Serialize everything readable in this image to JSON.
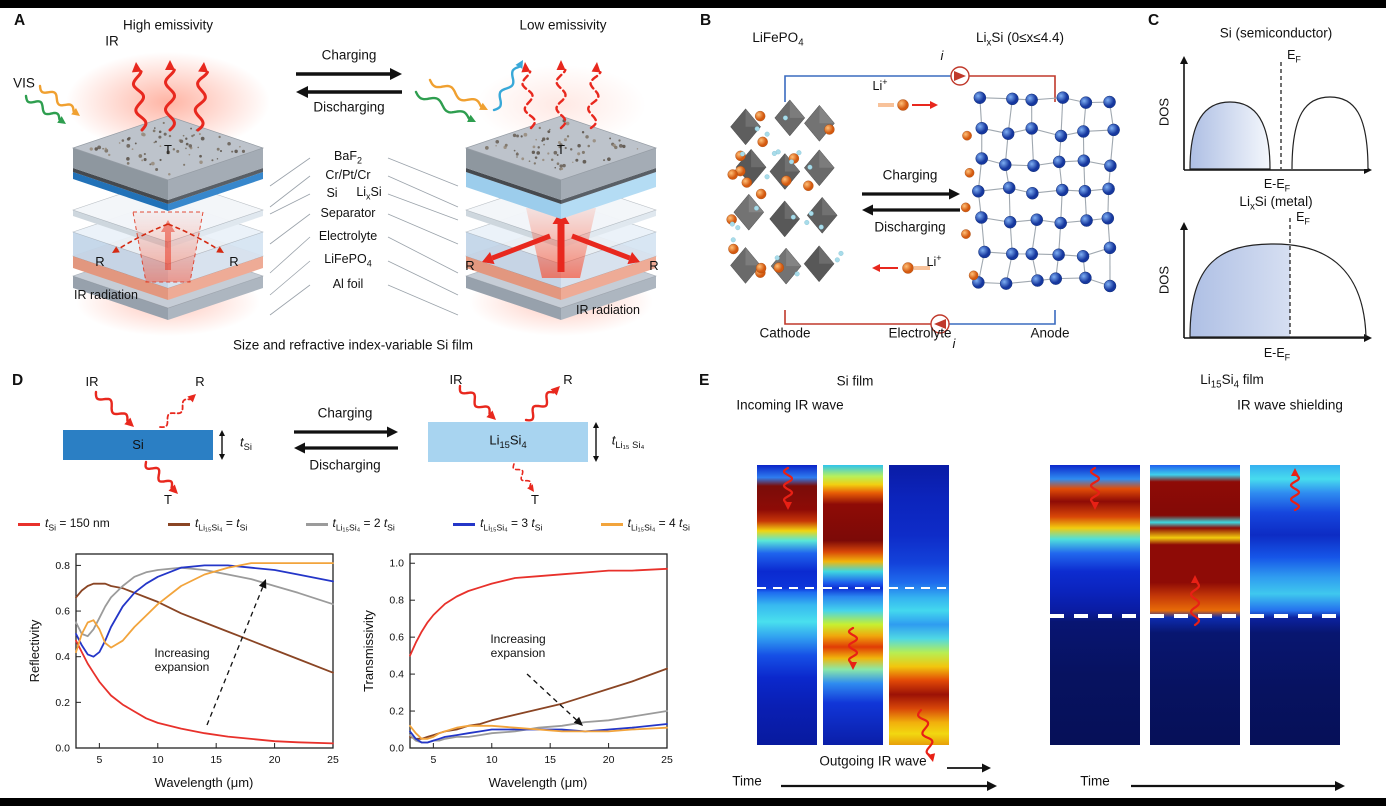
{
  "panel_a": {
    "label": "A",
    "high_emissivity": "High emissivity",
    "low_emissivity": "Low emissivity",
    "ir": "IR",
    "vis": "VIS",
    "charging": "Charging",
    "discharging": "Discharging",
    "t": "T",
    "r": "R",
    "ir_radiation": "IR radiation",
    "layers": {
      "baf2": "BaF<sub>2</sub>",
      "cr": "Cr/Pt/Cr",
      "si": "Si",
      "lixsi": "Li<sub>x</sub>Si",
      "separator": "Separator",
      "electrolyte": "Electrolyte",
      "lifepo4": "LiFePO<sub>4</sub>",
      "al": "Al foil"
    },
    "caption": "Size and refractive index-variable Si film"
  },
  "panel_b": {
    "label": "B",
    "cathode_material": "LiFePO<sub>4</sub>",
    "anode_material": "Li<sub>x</sub>Si (0≤x≤4.4)",
    "current": "i",
    "li_ion": "Li<sup>+</sup>",
    "charging": "Charging",
    "discharging": "Discharging",
    "cathode": "Cathode",
    "electrolyte": "Electrolyte",
    "anode": "Anode"
  },
  "panel_c": {
    "label": "C",
    "si_title": "Si (semiconductor)",
    "lixsi_title": "Li<sub>x</sub>Si (metal)",
    "dos": "DOS",
    "ef": "E<sub>F</sub>",
    "xaxis": "E-E<sub>F</sub>"
  },
  "panel_d": {
    "label": "D",
    "ir": "IR",
    "r": "R",
    "t": "T",
    "si": "Si",
    "li15si4": "Li<sub>15</sub>Si<sub>4</sub>",
    "t_si": "<i>t</i><sub>Si</sub>",
    "t_li15si4": "<i>t</i><sub>Li₁₅ Si₄</sub>",
    "charging": "Charging",
    "discharging": "Discharging",
    "annotation": "Increasing expansion",
    "legend": [
      {
        "html": "<i>t</i><sub>Si</sub> = 150 nm",
        "color": "#e8312b"
      },
      {
        "html": "<i>t</i><sub>Li₁₅Si₄</sub> = <i>t</i><sub>Si</sub>",
        "color": "#8a4524"
      },
      {
        "html": "<i>t</i><sub>Li₁₅Si₄</sub> = 2 <i>t</i><sub>Si</sub>",
        "color": "#9b9b9b"
      },
      {
        "html": "<i>t</i><sub>Li₁₅Si₄</sub> = 3 <i>t</i><sub>Si</sub>",
        "color": "#2436c8"
      },
      {
        "html": "<i>t</i><sub>Li₁₅Si₄</sub> = 4 <i>t</i><sub>Si</sub>",
        "color": "#f2a43c"
      }
    ]
  },
  "chart_data": [
    {
      "type": "line",
      "title": "",
      "xlabel": "Wavelength (μm)",
      "ylabel": "Reflectivity",
      "xlim": [
        3,
        25
      ],
      "ylim": [
        0,
        0.85
      ],
      "xticks": [
        5,
        10,
        15,
        20,
        25
      ],
      "yticks": [
        0,
        0.2,
        0.4,
        0.6,
        0.8
      ],
      "annotation": "Increasing expansion",
      "x": [
        3,
        3.5,
        4,
        4.5,
        5,
        5.5,
        6,
        7,
        8,
        9,
        10,
        12,
        14,
        16,
        18,
        20,
        22,
        25
      ],
      "series": [
        {
          "name": "t_Si = 150 nm",
          "color": "#e8312b",
          "y": [
            0.47,
            0.42,
            0.37,
            0.33,
            0.29,
            0.26,
            0.23,
            0.19,
            0.16,
            0.13,
            0.11,
            0.085,
            0.065,
            0.05,
            0.04,
            0.03,
            0.025,
            0.02
          ]
        },
        {
          "name": "t_Li15Si4 = t_Si",
          "color": "#8a4524",
          "y": [
            0.66,
            0.69,
            0.71,
            0.72,
            0.72,
            0.72,
            0.71,
            0.7,
            0.68,
            0.66,
            0.64,
            0.59,
            0.55,
            0.51,
            0.47,
            0.43,
            0.39,
            0.33
          ]
        },
        {
          "name": "t_Li15Si4 = 2 t_Si",
          "color": "#9b9b9b",
          "y": [
            0.55,
            0.5,
            0.49,
            0.52,
            0.57,
            0.62,
            0.66,
            0.71,
            0.75,
            0.77,
            0.78,
            0.79,
            0.78,
            0.76,
            0.74,
            0.71,
            0.68,
            0.63
          ]
        },
        {
          "name": "t_Li15Si4 = 3 t_Si",
          "color": "#2436c8",
          "y": [
            0.5,
            0.45,
            0.41,
            0.4,
            0.42,
            0.47,
            0.53,
            0.62,
            0.68,
            0.72,
            0.75,
            0.79,
            0.8,
            0.8,
            0.79,
            0.78,
            0.76,
            0.73
          ]
        },
        {
          "name": "t_Li15Si4 = 4 t_Si",
          "color": "#f2a43c",
          "y": [
            0.42,
            0.5,
            0.55,
            0.56,
            0.52,
            0.46,
            0.44,
            0.47,
            0.53,
            0.58,
            0.63,
            0.71,
            0.76,
            0.79,
            0.81,
            0.81,
            0.81,
            0.81
          ]
        }
      ]
    },
    {
      "type": "line",
      "title": "",
      "xlabel": "Wavelength (μm)",
      "ylabel": "Transmissivity",
      "xlim": [
        3,
        25
      ],
      "ylim": [
        0,
        1.05
      ],
      "xticks": [
        5,
        10,
        15,
        20,
        25
      ],
      "yticks": [
        0,
        0.2,
        0.4,
        0.6,
        0.8,
        1.0
      ],
      "annotation": "Increasing expansion",
      "x": [
        3,
        3.5,
        4,
        4.5,
        5,
        5.5,
        6,
        7,
        8,
        9,
        10,
        12,
        14,
        16,
        18,
        20,
        22,
        25
      ],
      "series": [
        {
          "name": "t_Si = 150 nm",
          "color": "#e8312b",
          "y": [
            0.5,
            0.57,
            0.63,
            0.68,
            0.72,
            0.75,
            0.78,
            0.82,
            0.85,
            0.87,
            0.89,
            0.92,
            0.93,
            0.94,
            0.95,
            0.96,
            0.96,
            0.97
          ]
        },
        {
          "name": "t_Li15Si4 = t_Si",
          "color": "#8a4524",
          "y": [
            0.06,
            0.05,
            0.05,
            0.06,
            0.07,
            0.08,
            0.09,
            0.1,
            0.12,
            0.13,
            0.15,
            0.18,
            0.21,
            0.24,
            0.28,
            0.32,
            0.36,
            0.43
          ]
        },
        {
          "name": "t_Li15Si4 = 2 t_Si",
          "color": "#9b9b9b",
          "y": [
            0.07,
            0.04,
            0.03,
            0.03,
            0.04,
            0.04,
            0.05,
            0.06,
            0.06,
            0.07,
            0.08,
            0.09,
            0.11,
            0.12,
            0.14,
            0.15,
            0.17,
            0.2
          ]
        },
        {
          "name": "t_Li15Si4 = 3 t_Si",
          "color": "#2436c8",
          "y": [
            0.09,
            0.05,
            0.03,
            0.03,
            0.04,
            0.05,
            0.06,
            0.07,
            0.08,
            0.09,
            0.1,
            0.1,
            0.1,
            0.1,
            0.09,
            0.1,
            0.11,
            0.13
          ]
        },
        {
          "name": "t_Li15Si4 = 4 t_Si",
          "color": "#f2a43c",
          "y": [
            0.12,
            0.08,
            0.05,
            0.05,
            0.06,
            0.08,
            0.09,
            0.11,
            0.12,
            0.12,
            0.12,
            0.11,
            0.1,
            0.09,
            0.09,
            0.09,
            0.1,
            0.11
          ]
        }
      ]
    }
  ],
  "panel_e": {
    "label": "E",
    "si_film": "Si film",
    "li_film": "Li<sub>15</sub>Si<sub>4</sub> film",
    "incoming": "Incoming IR wave",
    "outgoing": "Outgoing IR wave",
    "shielding": "IR wave shielding",
    "time": "Time",
    "si_heatmaps": [
      {
        "interface": 0.44,
        "stops": [
          [
            0,
            "#0b24c8"
          ],
          [
            0.045,
            "#2f7df0"
          ],
          [
            0.075,
            "#7a0d09"
          ],
          [
            0.16,
            "#8e0b06"
          ],
          [
            0.2,
            "#c63608"
          ],
          [
            0.235,
            "#f2d410"
          ],
          [
            0.27,
            "#59e8d8"
          ],
          [
            0.315,
            "#1f64ee"
          ],
          [
            0.38,
            "#0b2ad0"
          ],
          [
            0.44,
            "#0d35da"
          ],
          [
            0.455,
            "#1e6cf0"
          ],
          [
            0.5,
            "#37b8f0"
          ],
          [
            0.56,
            "#49e0ee"
          ],
          [
            0.62,
            "#2f9bf0"
          ],
          [
            0.68,
            "#1650e6"
          ],
          [
            0.76,
            "#0b28cc"
          ],
          [
            0.86,
            "#0a1fb4"
          ],
          [
            1,
            "#081a9e"
          ]
        ]
      },
      {
        "interface": 0.44,
        "stops": [
          [
            0,
            "#2fc4ee"
          ],
          [
            0.04,
            "#b7f05c"
          ],
          [
            0.07,
            "#f2cf10"
          ],
          [
            0.1,
            "#e85c06"
          ],
          [
            0.14,
            "#8e0b06"
          ],
          [
            0.27,
            "#7c0a07"
          ],
          [
            0.31,
            "#d84708"
          ],
          [
            0.345,
            "#f2b60c"
          ],
          [
            0.38,
            "#3fd8e0"
          ],
          [
            0.42,
            "#1f5fee"
          ],
          [
            0.44,
            "#0d2fd4"
          ],
          [
            0.47,
            "#2a86f0"
          ],
          [
            0.52,
            "#45d4ec"
          ],
          [
            0.57,
            "#c8f030"
          ],
          [
            0.61,
            "#f0a80c"
          ],
          [
            0.65,
            "#e03c06"
          ],
          [
            0.69,
            "#f0b60c"
          ],
          [
            0.73,
            "#8ae8a8"
          ],
          [
            0.78,
            "#2f8cf0"
          ],
          [
            0.85,
            "#1136d8"
          ],
          [
            1,
            "#0a1ea8"
          ]
        ]
      },
      {
        "interface": 0.44,
        "stops": [
          [
            0,
            "#0a1ca6"
          ],
          [
            0.12,
            "#0c24bc"
          ],
          [
            0.25,
            "#0e2cc8"
          ],
          [
            0.35,
            "#1342da"
          ],
          [
            0.42,
            "#1f6cee"
          ],
          [
            0.475,
            "#35b4f0"
          ],
          [
            0.52,
            "#43d8ee"
          ],
          [
            0.57,
            "#2f9cf0"
          ],
          [
            0.62,
            "#4fd8e4"
          ],
          [
            0.67,
            "#b7ee54"
          ],
          [
            0.72,
            "#f2c60e"
          ],
          [
            0.77,
            "#e24806"
          ],
          [
            0.82,
            "#9c1206"
          ],
          [
            0.87,
            "#d84708"
          ],
          [
            0.92,
            "#f2b00c"
          ],
          [
            0.96,
            "#f2d810"
          ],
          [
            1,
            "#e8a00a"
          ]
        ]
      }
    ],
    "li_heatmaps": [
      {
        "interface": 0.54,
        "stops": [
          [
            0,
            "#0c28cc"
          ],
          [
            0.05,
            "#2f8cf0"
          ],
          [
            0.085,
            "#e24d07"
          ],
          [
            0.13,
            "#8e0b06"
          ],
          [
            0.185,
            "#d84708"
          ],
          [
            0.225,
            "#f2cc0e"
          ],
          [
            0.265,
            "#4fe0dc"
          ],
          [
            0.315,
            "#2268ee"
          ],
          [
            0.38,
            "#0d2cd0"
          ],
          [
            0.45,
            "#0b24be"
          ],
          [
            0.52,
            "#0a1ca2"
          ],
          [
            0.56,
            "#081572"
          ],
          [
            0.75,
            "#071260"
          ],
          [
            1,
            "#061058"
          ]
        ]
      },
      {
        "interface": 0.54,
        "stops": [
          [
            0,
            "#1f5fee"
          ],
          [
            0.035,
            "#3fd0ec"
          ],
          [
            0.06,
            "#8e0b06"
          ],
          [
            0.18,
            "#830a06"
          ],
          [
            0.205,
            "#3fd8e0"
          ],
          [
            0.225,
            "#8e0b06"
          ],
          [
            0.26,
            "#f2cc0e"
          ],
          [
            0.285,
            "#8e0b06"
          ],
          [
            0.42,
            "#8e0b06"
          ],
          [
            0.47,
            "#c63a08"
          ],
          [
            0.52,
            "#e86c08"
          ],
          [
            0.545,
            "#0d2cb0"
          ],
          [
            0.6,
            "#081670"
          ],
          [
            0.8,
            "#071260"
          ],
          [
            1,
            "#061058"
          ]
        ]
      },
      {
        "interface": 0.54,
        "stops": [
          [
            0,
            "#35b0f0"
          ],
          [
            0.05,
            "#47dcee"
          ],
          [
            0.1,
            "#2f8cf0"
          ],
          [
            0.17,
            "#1646de"
          ],
          [
            0.25,
            "#0d2cc4"
          ],
          [
            0.33,
            "#1656e8"
          ],
          [
            0.4,
            "#2f9cf0"
          ],
          [
            0.46,
            "#3fc8ee"
          ],
          [
            0.52,
            "#2470ee"
          ],
          [
            0.545,
            "#0c22a0"
          ],
          [
            0.6,
            "#081670"
          ],
          [
            0.8,
            "#071260"
          ],
          [
            1,
            "#061058"
          ]
        ]
      }
    ]
  }
}
